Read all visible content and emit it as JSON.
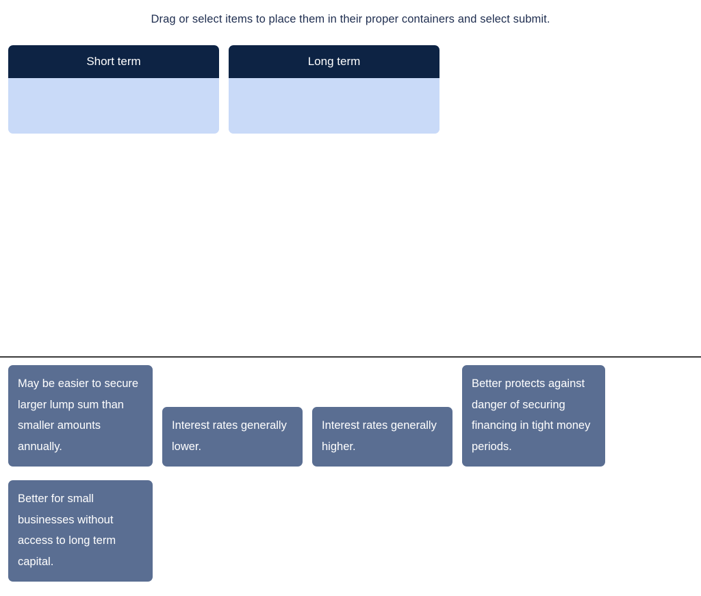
{
  "instruction": "Drag or select items to place them in their proper containers and select submit.",
  "colors": {
    "header_navy": "#0d2344",
    "dropzone_body_blue": "#c9daf8",
    "item_card_slate": "#5a6e92",
    "item_card_text": "#ffffff",
    "instruction_text": "#1e2d4f",
    "divider": "#3a3a3a",
    "page_background": "#ffffff"
  },
  "dropzones": [
    {
      "id": "short-term",
      "label": "Short term",
      "items": []
    },
    {
      "id": "long-term",
      "label": "Long term",
      "items": []
    }
  ],
  "items": [
    {
      "id": "item-1",
      "text": "May be easier to secure larger lump sum than smaller amounts annually."
    },
    {
      "id": "item-2",
      "text": "Interest rates generally lower."
    },
    {
      "id": "item-3",
      "text": "Interest rates generally higher."
    },
    {
      "id": "item-4",
      "text": "Better protects against danger of securing financing in tight money periods."
    },
    {
      "id": "item-5",
      "text": "Better for small businesses without access to long term capital."
    }
  ]
}
